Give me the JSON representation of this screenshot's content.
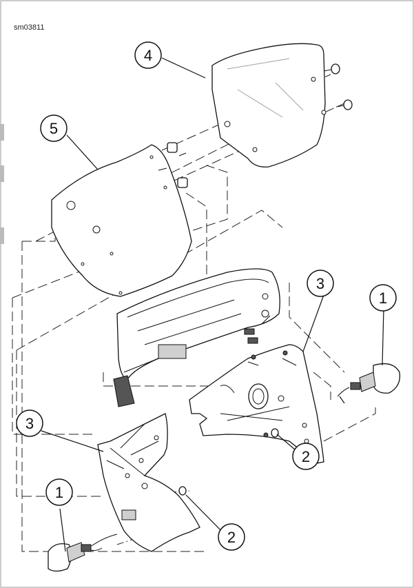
{
  "figure": {
    "reference": "sm03811"
  },
  "callouts": [
    {
      "label": "4"
    },
    {
      "label": "5"
    },
    {
      "label": "3"
    },
    {
      "label": "1"
    },
    {
      "label": "3"
    },
    {
      "label": "2"
    },
    {
      "label": "1"
    },
    {
      "label": "2"
    }
  ],
  "colors": {
    "background": "#ffffff",
    "line": "#111111",
    "frame": "#999999"
  }
}
